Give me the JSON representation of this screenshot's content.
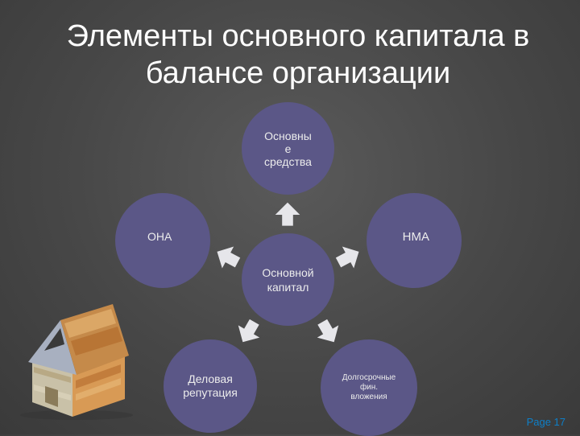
{
  "slide": {
    "title": "Элементы основного капитала в\nбалансе организации",
    "page_label": "Page 17"
  },
  "diagram": {
    "center": "Основной\nкапитал",
    "nodes": {
      "top": "Основны\nе\nсредства",
      "left": "ОНА",
      "right": "НМА",
      "bottom_left": "Деловая\nрепутация",
      "bottom_right": "Долгосрочные\nфин.\nвложения"
    }
  },
  "colors": {
    "node_fill": "#5b5787",
    "arrow_fill": "#e6e6ea",
    "page_number": "#0e7fc8",
    "background": "#474747"
  }
}
